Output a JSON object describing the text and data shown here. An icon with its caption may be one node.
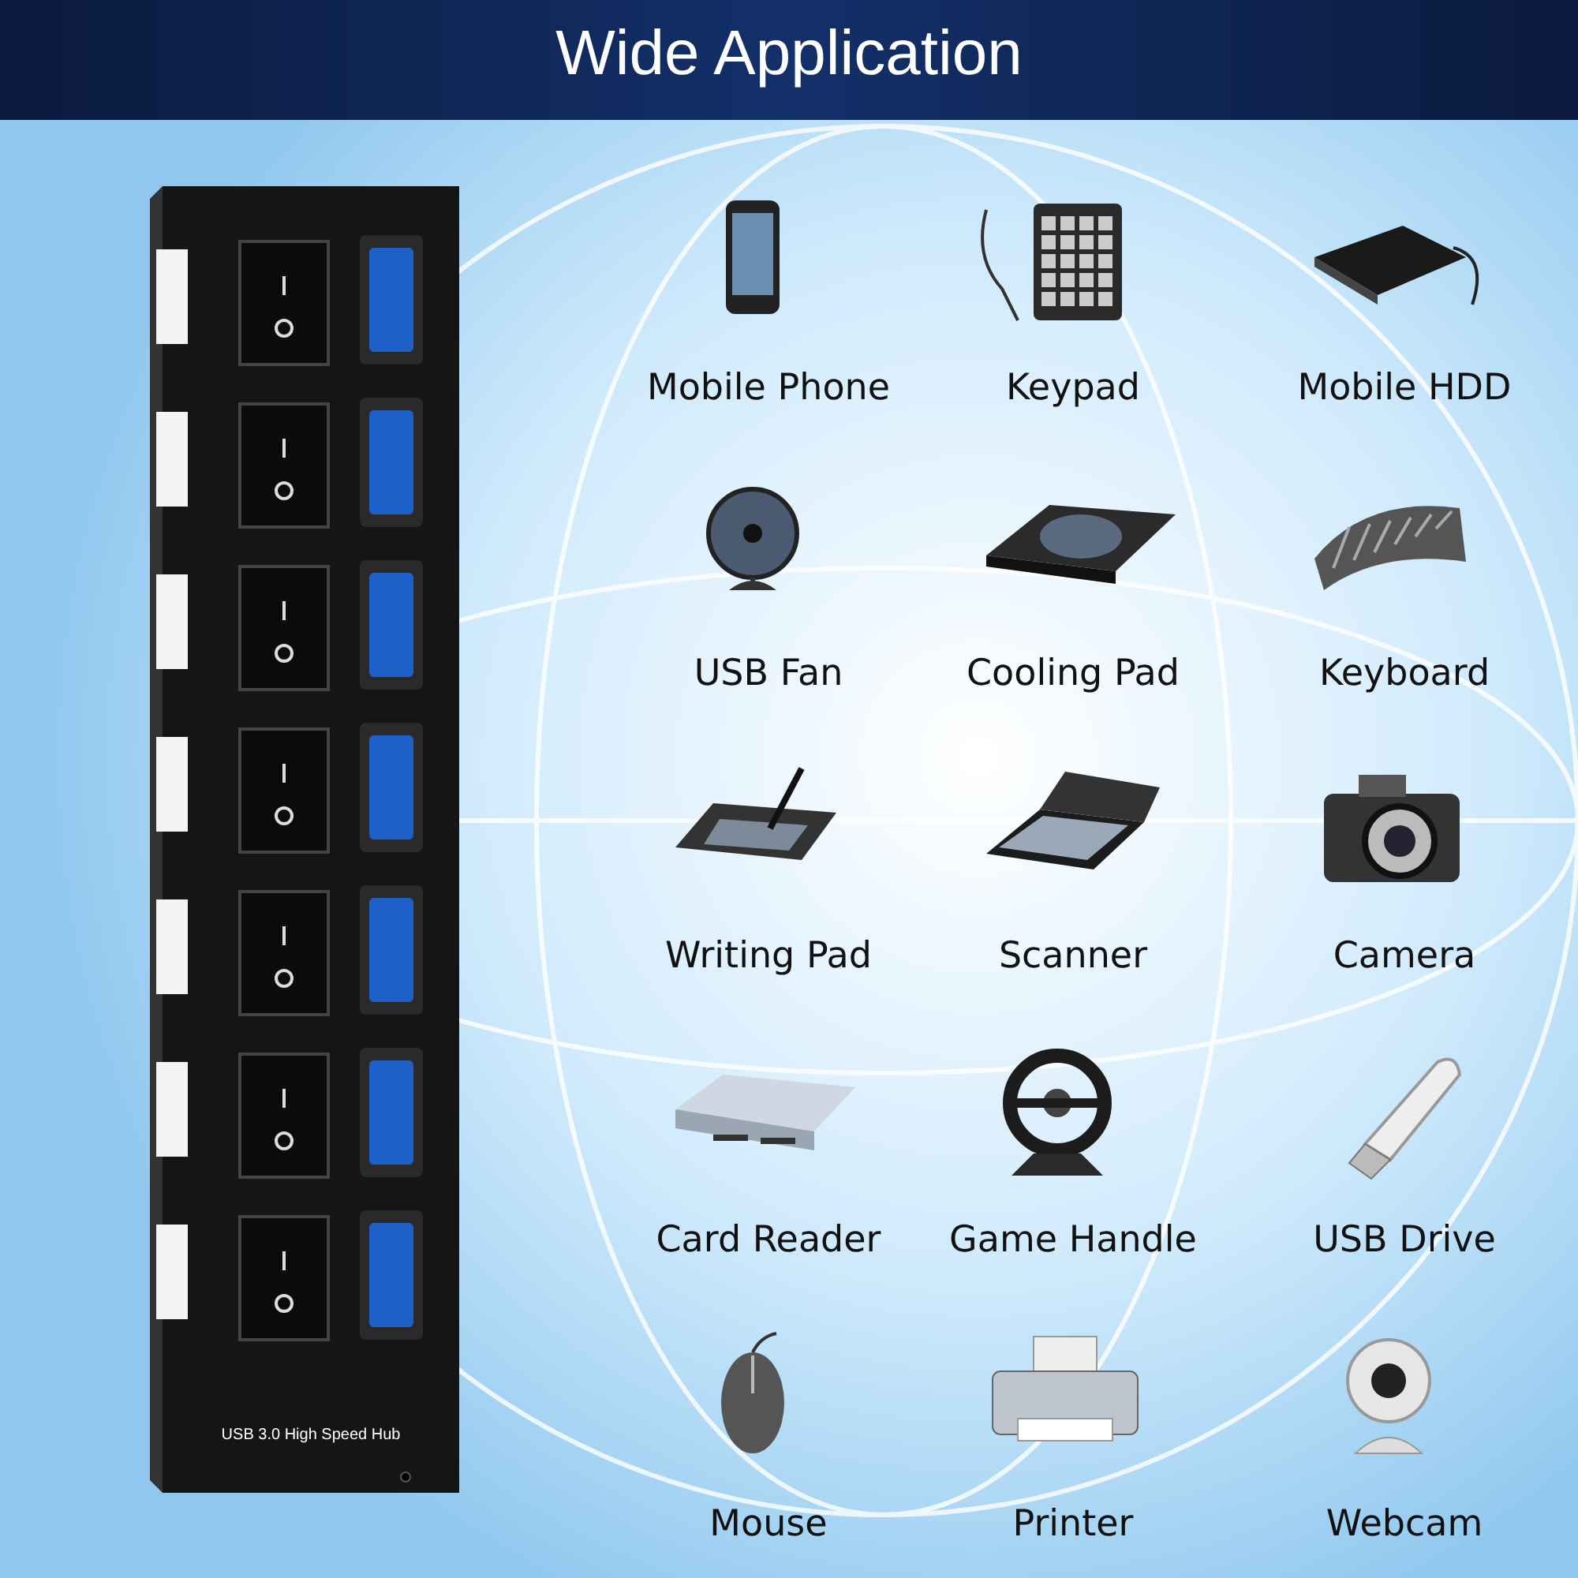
{
  "diagram": {
    "title": "Wide Application",
    "labels": [
      "Mobile Phone",
      "Keypad",
      "Mobile HDD",
      "USB Fan",
      "Cooling Pad",
      "Keyboard",
      "Writing Pad",
      "Scanner",
      "Camera",
      "Card Reader",
      "Game Handle",
      "USB Drive",
      "Mouse",
      "Printer",
      "Webcam",
      "USB 3.0 High Speed Hub"
    ]
  }
}
